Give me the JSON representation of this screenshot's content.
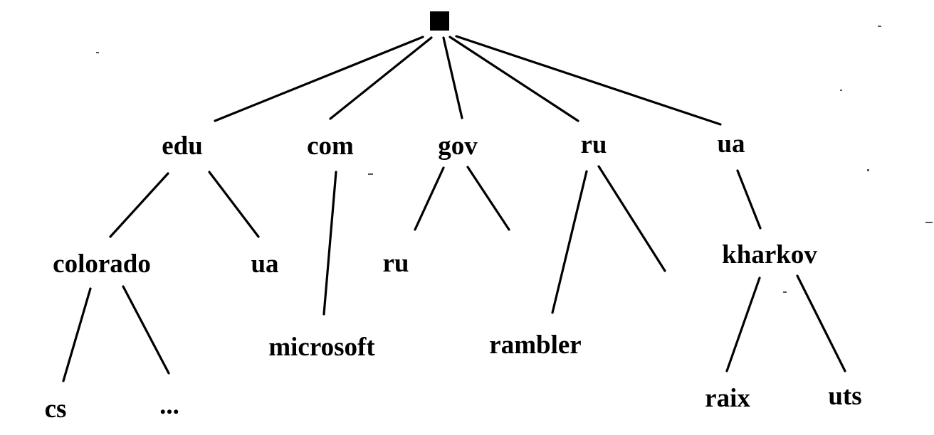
{
  "tree": {
    "root": {
      "id": "root",
      "name": ""
    },
    "level1": [
      {
        "id": "edu",
        "name": "edu"
      },
      {
        "id": "com",
        "name": "com"
      },
      {
        "id": "gov",
        "name": "gov"
      },
      {
        "id": "ru",
        "name": "ru"
      },
      {
        "id": "ua",
        "name": "ua"
      }
    ],
    "level2": [
      {
        "id": "colorado",
        "name": "colorado",
        "parent": "edu"
      },
      {
        "id": "edu-ua",
        "name": "ua",
        "parent": "edu"
      },
      {
        "id": "microsoft",
        "name": "microsoft",
        "parent": "com"
      },
      {
        "id": "gov-ru",
        "name": "ru",
        "parent": "gov"
      },
      {
        "id": "gov-unnamed",
        "name": "",
        "parent": "gov"
      },
      {
        "id": "rambler",
        "name": "rambler",
        "parent": "ru"
      },
      {
        "id": "ru-unnamed",
        "name": "",
        "parent": "ru"
      },
      {
        "id": "kharkov",
        "name": "kharkov",
        "parent": "ua"
      }
    ],
    "level3": [
      {
        "id": "cs",
        "name": "cs",
        "parent": "colorado"
      },
      {
        "id": "colorado-more",
        "name": "...",
        "parent": "colorado"
      },
      {
        "id": "raix",
        "name": "raix",
        "parent": "kharkov"
      },
      {
        "id": "uts",
        "name": "uts",
        "parent": "kharkov"
      }
    ]
  }
}
